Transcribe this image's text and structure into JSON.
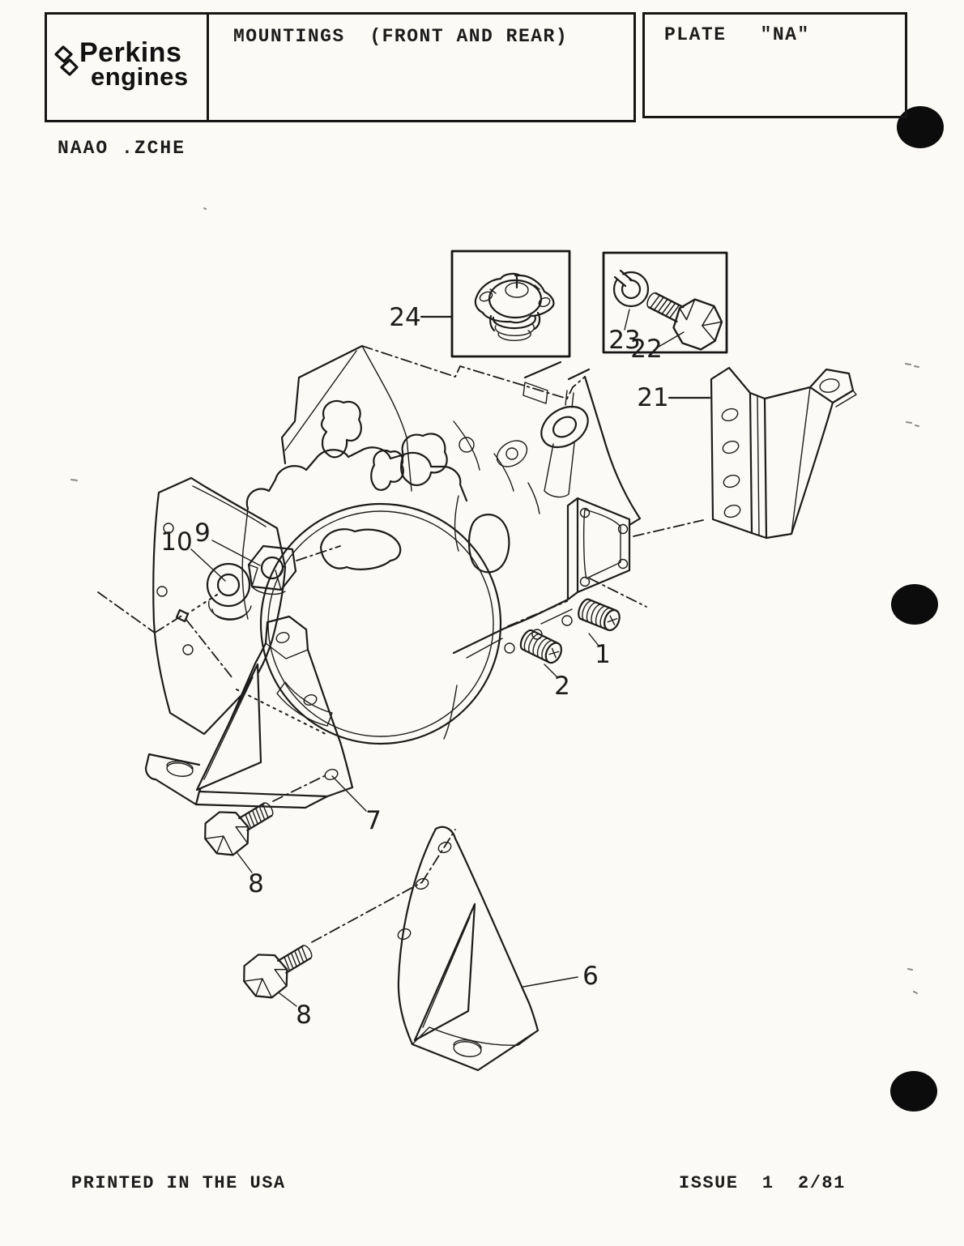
{
  "page": {
    "title_block": {
      "brand_line1": "Perkins",
      "brand_line2": "engines",
      "drawing_title": "MOUNTINGS  (FRONT AND REAR)",
      "plate_label": "PLATE",
      "plate_number": "\"NA\""
    },
    "doc_code": "NAAO .ZCHE",
    "footer_left": "PRINTED IN THE USA",
    "footer_right": "ISSUE  1  2/81"
  },
  "diagram": {
    "callouts": [
      {
        "part": "24"
      },
      {
        "part": "23"
      },
      {
        "part": "22"
      },
      {
        "part": "21"
      },
      {
        "part": "10"
      },
      {
        "part": "9"
      },
      {
        "part": "1"
      },
      {
        "part": "2"
      },
      {
        "part": "7"
      },
      {
        "part": "8"
      },
      {
        "part": "6"
      },
      {
        "part": "8"
      }
    ]
  },
  "colors": {
    "ink": "#1c1c1c",
    "paper": "#fbfaf6",
    "punch_hole": "#0c0c0c"
  }
}
